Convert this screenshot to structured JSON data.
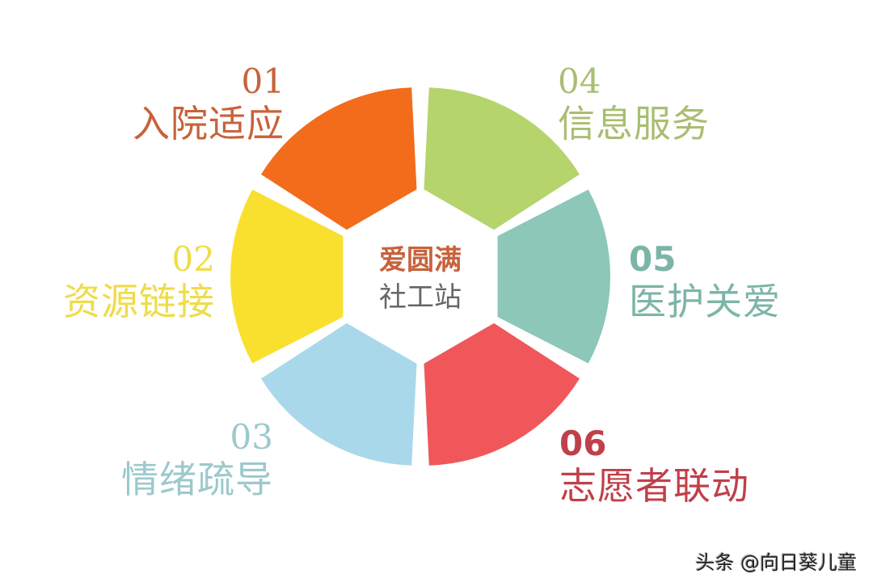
{
  "center": {
    "line1": "爱圆满",
    "line2": "社工站"
  },
  "segments": [
    {
      "id": "01",
      "number": "01",
      "label": "入院适应",
      "color": "#f26c1b",
      "text_color": "#c8623a"
    },
    {
      "id": "02",
      "number": "02",
      "label": "资源链接",
      "color": "#f9e02f",
      "text_color": "#eedc4a"
    },
    {
      "id": "03",
      "number": "03",
      "label": "情绪疏导",
      "color": "#a9d8ea",
      "text_color": "#9cc9cc"
    },
    {
      "id": "04",
      "number": "04",
      "label": "信息服务",
      "color": "#b5d46c",
      "text_color": "#a8be72"
    },
    {
      "id": "05",
      "number": "05",
      "label": "医护关爱",
      "color": "#8cc7b7",
      "text_color": "#7cb5a6"
    },
    {
      "id": "06",
      "number": "06",
      "label": "志愿者联动",
      "color": "#f0575a",
      "text_color": "#c0404a"
    }
  ],
  "watermark": "头条 @向日葵儿童"
}
